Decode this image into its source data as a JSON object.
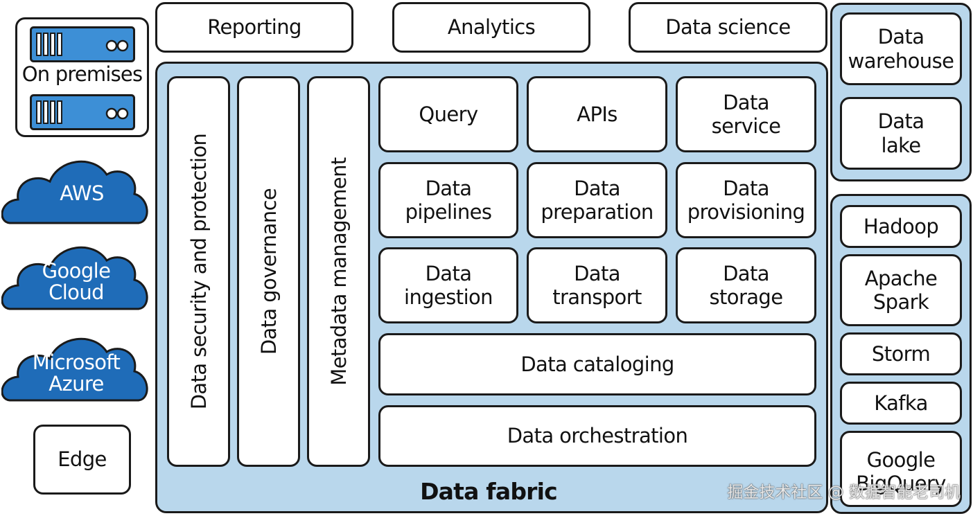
{
  "top_layer": [
    "Reporting",
    "Analytics",
    "Data science"
  ],
  "sources": {
    "on_premises": "On premises",
    "clouds": [
      "AWS",
      "Google\nCloud",
      "Microsoft\nAzure"
    ],
    "edge": "Edge"
  },
  "fabric": {
    "label": "Data fabric",
    "vertical": [
      "Data security and protection",
      "Data governance",
      "Metadata management"
    ],
    "grid": [
      "Query",
      "APIs",
      "Data\nservice",
      "Data\npipelines",
      "Data\npreparation",
      "Data\nprovisioning",
      "Data\ningestion",
      "Data\ntransport",
      "Data\nstorage"
    ],
    "cataloging": "Data cataloging",
    "orchestration": "Data orchestration"
  },
  "storage": [
    "Data\nwarehouse",
    "Data\nlake"
  ],
  "engines": [
    "Hadoop",
    "Apache\nSpark",
    "Storm",
    "Kafka",
    "Google\nBigQuery"
  ],
  "watermark": "掘金技术社区 @ 数据智能老司机",
  "colors": {
    "panel": "#b9d7ec",
    "cloud": "#1f6cb8",
    "server": "#3d8fd6",
    "border": "#1a1a1a"
  }
}
